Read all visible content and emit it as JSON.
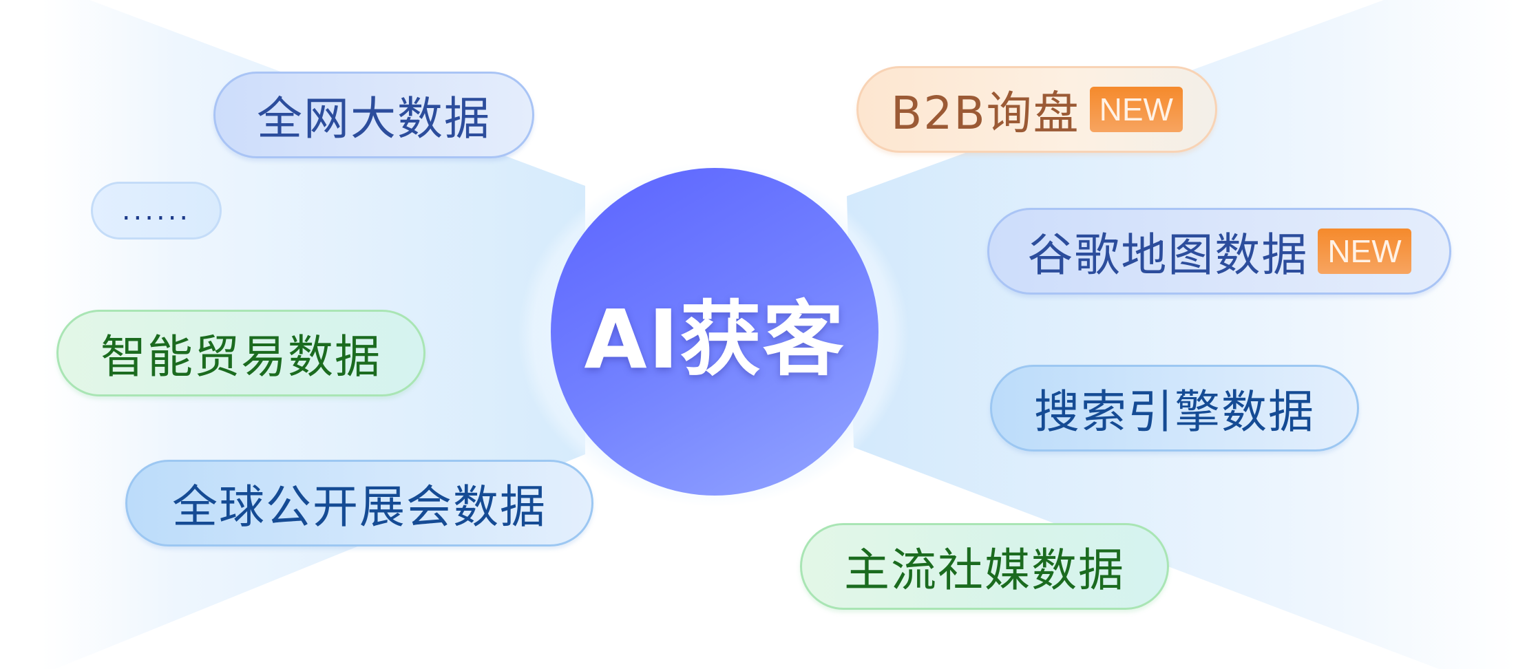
{
  "center": {
    "title": "AI获客",
    "color_start": "#5b63ff",
    "color_end": "#94a6ff"
  },
  "left_sources": [
    {
      "label": "全网大数据",
      "theme": "blue"
    },
    {
      "label": "......",
      "theme": "dots"
    },
    {
      "label": "智能贸易数据",
      "theme": "green"
    },
    {
      "label": "全球公开展会数据",
      "theme": "lightblue"
    }
  ],
  "right_sources": [
    {
      "label": "B2B询盘",
      "theme": "orange",
      "badge": "NEW"
    },
    {
      "label": "谷歌地图数据",
      "theme": "blue",
      "badge": "NEW"
    },
    {
      "label": "搜索引擎数据",
      "theme": "lightblue"
    },
    {
      "label": "主流社媒数据",
      "theme": "green"
    }
  ],
  "colors": {
    "badge": "#f58a2c",
    "blue_text": "#2c4d9c",
    "green_text": "#1b6b1f",
    "orange_text": "#9b5a35",
    "fan": "#d6ebfc"
  }
}
